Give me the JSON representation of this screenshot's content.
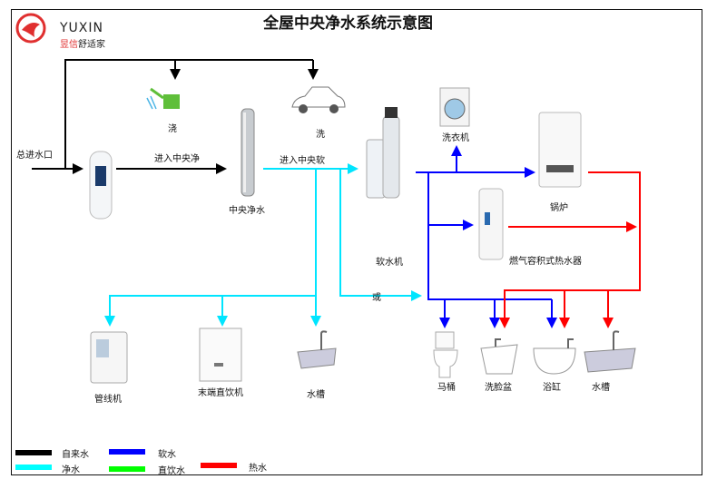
{
  "title": "全屋中央净水系统示意图",
  "logo": {
    "brand_en": "YUXIN",
    "brand_cn_red": "昱信",
    "brand_cn": "舒适家"
  },
  "labels": {
    "main_inlet": "总进水口",
    "watering": "浇",
    "to_central_purifier": "进入中央净",
    "central_purifier": "中央净水",
    "car_wash": "洗",
    "to_softener": "进入中央软",
    "softener": "软水机",
    "washing_machine": "洗衣机",
    "boiler": "锅炉",
    "gas_water_heater": "燃气容积式热水器",
    "or": "或",
    "pipeline_machine": "管线机",
    "terminal_dispenser": "末端直饮机",
    "sink_left": "水槽",
    "toilet": "马桶",
    "washbasin": "洗脸盆",
    "bathtub": "浴缸",
    "sink_right": "水槽"
  },
  "legend": [
    {
      "label": "自来水",
      "color": "#000000"
    },
    {
      "label": "软水",
      "color": "#0000ff"
    },
    {
      "label": "净水",
      "color": "#00ffff"
    },
    {
      "label": "直饮水",
      "color": "#00ff00"
    },
    {
      "label": "热水",
      "color": "#ff0000"
    }
  ]
}
